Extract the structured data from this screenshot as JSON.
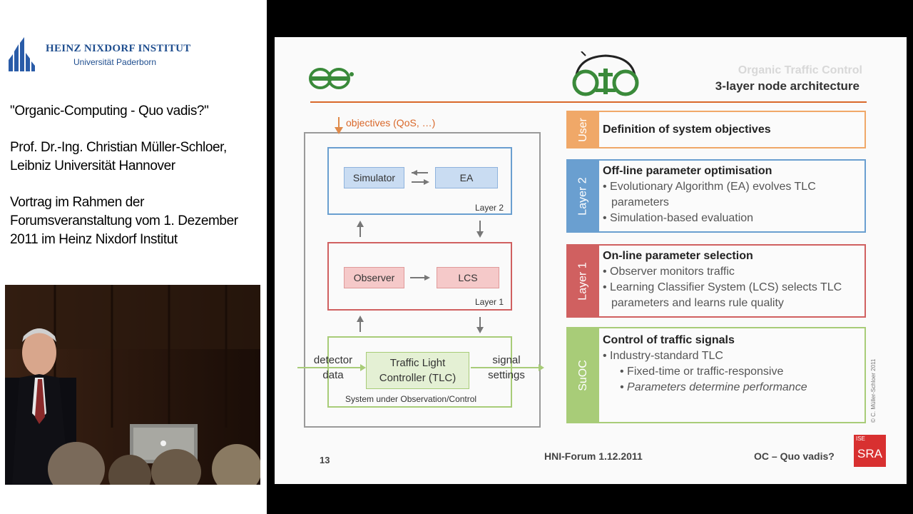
{
  "institute": {
    "name": "HEINZ NIXDORF INSTITUT",
    "subtitle": "Universität Paderborn"
  },
  "talk": {
    "title": "\"Organic-Computing  - Quo vadis?\"",
    "speaker": "Prof. Dr.-Ing. Christian Müller-Schloer, Leibniz Universität Hannover",
    "event": "Vortrag im Rahmen der Forumsveranstaltung vom 1. Dezember 2011 im Heinz Nixdorf Institut"
  },
  "slide": {
    "header_title": "Organic Traffic Control",
    "header_subtitle": "3-layer node architecture",
    "oc_logo_text": "OC",
    "otc_logo_text": "otc",
    "layers": [
      {
        "label": "User",
        "color": "#f0a868",
        "title": "Definition of system objectives",
        "bullets": []
      },
      {
        "label": "Layer 2",
        "color": "#6a9fd0",
        "title": "Off-line parameter optimisation",
        "bullets": [
          "• Evolutionary Algorithm (EA) evolves TLC parameters",
          "• Simulation-based evaluation"
        ]
      },
      {
        "label": "Layer 1",
        "color": "#d06060",
        "title": "On-line parameter selection",
        "bullets": [
          "• Observer monitors traffic",
          "• Learning Classifier System (LCS) selects TLC parameters and learns rule quality"
        ]
      },
      {
        "label": "SuOC",
        "color": "#a8cc78",
        "title": "Control of traffic signals",
        "bullets": [
          "• Industry-standard TLC",
          "• Fixed-time or traffic-responsive",
          "• Parameters determine performance"
        ]
      }
    ],
    "diagram": {
      "objectives": "objectives (QoS, …)",
      "simulator": "Simulator",
      "ea": "EA",
      "layer2": "Layer 2",
      "observer": "Observer",
      "lcs": "LCS",
      "layer1": "Layer 1",
      "tlc": "Traffic Light Controller (TLC)",
      "detector": "detector data",
      "signal": "signal settings",
      "suoc": "System under Observation/Control"
    },
    "copyright": "© C. Müller-Schloer 2011",
    "footer": {
      "page": "13",
      "center": "HNI-Forum 1.12.2011",
      "right": "OC – Quo vadis?",
      "logo_top": "ISE",
      "logo": "SRA"
    },
    "colors": {
      "orange": "#d9682a",
      "blue": "#6a9fd0",
      "red": "#d06060",
      "green": "#a8cc78"
    }
  }
}
